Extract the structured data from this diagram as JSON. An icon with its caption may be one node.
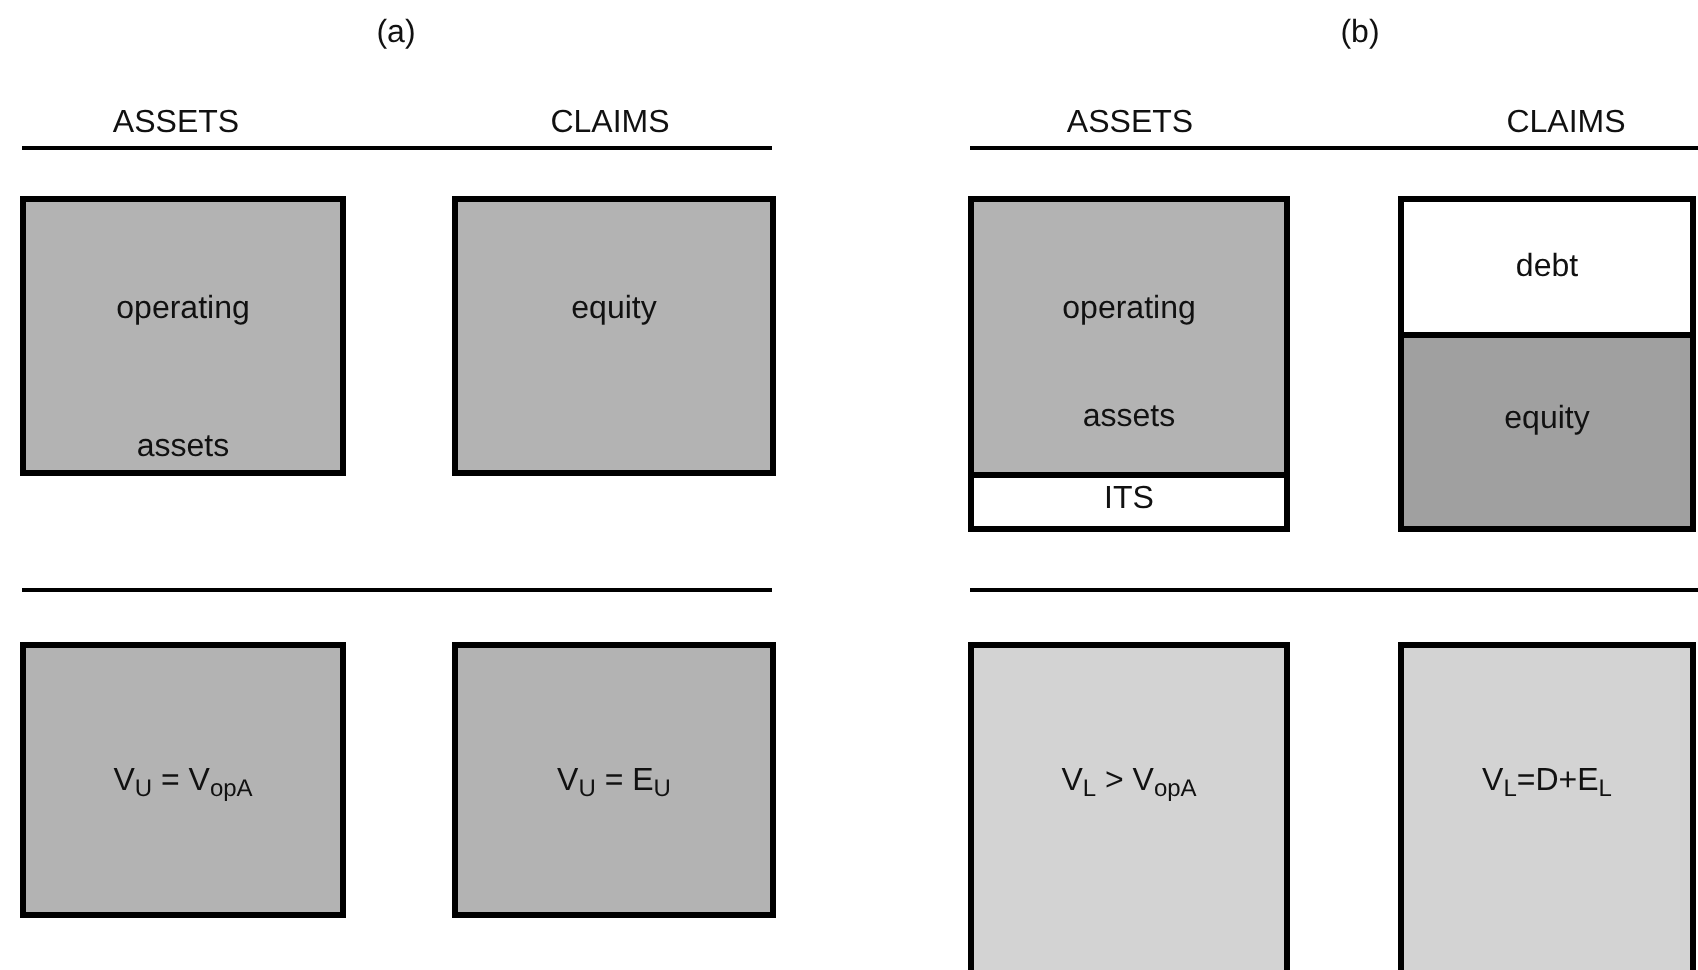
{
  "diagram": {
    "nodes": [
      {
        "text": [
          "operating",
          "assets"
        ]
      },
      {
        "text": [
          "equity"
        ]
      },
      {
        "text": [
          "operating",
          "assets"
        ]
      },
      {
        "text": [
          "ITS"
        ]
      },
      {
        "text": [
          "debt"
        ]
      },
      {
        "text": [
          "equity"
        ]
      },
      {
        "text": [
          "V$_{U}$ = V$_{opA}$"
        ]
      },
      {
        "text": [
          "V$_{U}$ = E$_{U}$"
        ]
      },
      {
        "text": [
          "V$_{L}$ > V$_{opA}$"
        ]
      },
      {
        "text": [
          "V$_{L}$=D+E$_{L}$"
        ]
      }
    ],
    "labels": [
      "(a)",
      "(b)",
      "ASSETS",
      "CLAIMS",
      "ASSETS",
      "CLAIMS"
    ]
  }
}
